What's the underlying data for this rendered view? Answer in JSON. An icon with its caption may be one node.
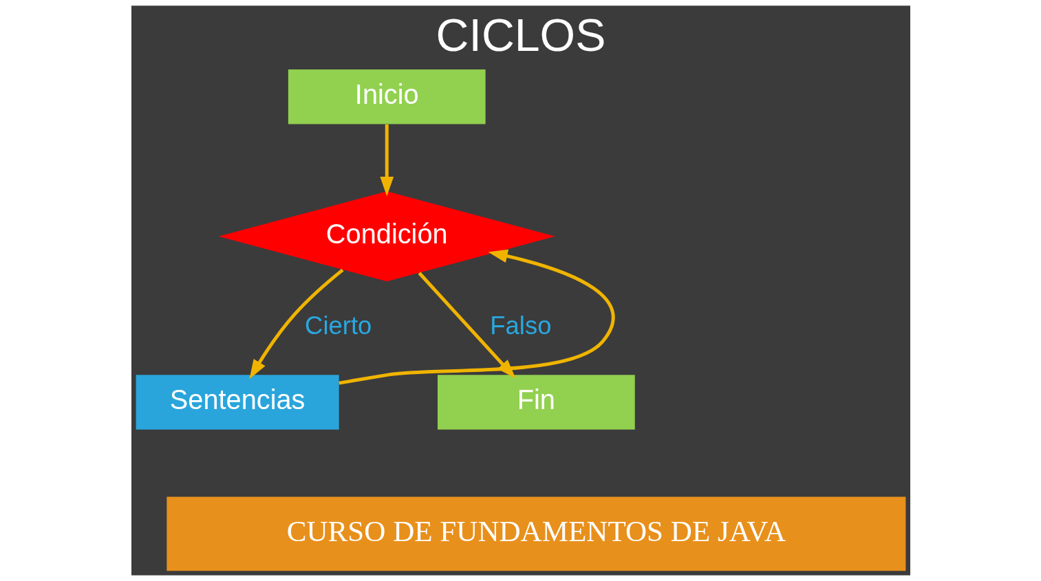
{
  "diagram": {
    "title": "CICLOS",
    "caption": "CURSO DE FUNDAMENTOS DE JAVA",
    "nodes": [
      {
        "text": [
          "Inicio"
        ]
      },
      {
        "text": [
          "Condición"
        ]
      },
      {
        "text": [
          "Sentencias"
        ]
      },
      {
        "text": [
          "Fin"
        ]
      }
    ],
    "edges": [
      {
        "from": 0,
        "to": 1,
        "arrow": "to"
      },
      {
        "from": 1,
        "to": 2,
        "arrow": "to",
        "label": "Cierto"
      },
      {
        "from": 2,
        "to": 1,
        "arrow": "to"
      },
      {
        "from": 1,
        "to": 3,
        "arrow": "to",
        "label": "Falso"
      }
    ]
  }
}
